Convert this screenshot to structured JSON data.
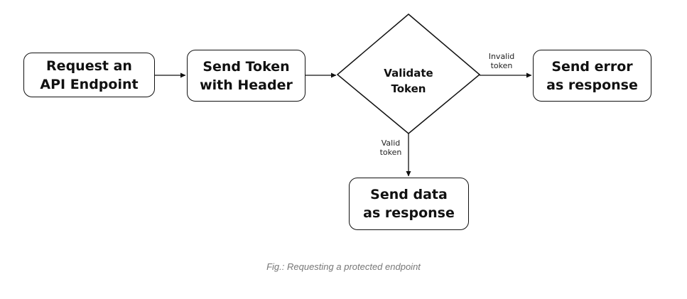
{
  "nodes": {
    "request": "Request an\nAPI Endpoint",
    "send_token": "Send Token\nwith Header",
    "validate": "Validate\nToken",
    "send_error": "Send error\nas response",
    "send_data": "Send data\nas response"
  },
  "edges": {
    "invalid_label": "Invalid\ntoken",
    "valid_label": "Valid\ntoken"
  },
  "caption": "Fig.: Requesting a protected endpoint",
  "colors": {
    "stroke": "#111111",
    "caption": "#777777"
  }
}
